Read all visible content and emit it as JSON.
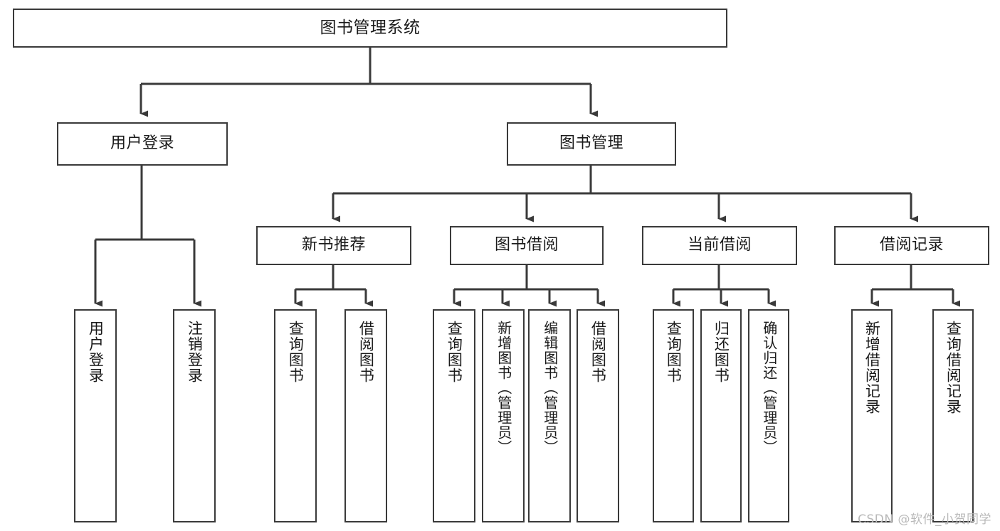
{
  "diagram": {
    "title": "图书管理系统",
    "type": "tree-hierarchy-chart",
    "watermark": "CSDN @软件_小贺同学",
    "colors": {
      "box_border": "#3a3a3a",
      "box_fill": "#ffffff",
      "edge": "#3a3a3a",
      "text": "#1a1a1a",
      "watermark": "#b9b9b9"
    },
    "nodes": {
      "root": {
        "label": "图书管理系统"
      },
      "level1": [
        {
          "label": "用户登录"
        },
        {
          "label": "图书管理"
        }
      ],
      "level2": [
        {
          "label": "新书推荐"
        },
        {
          "label": "图书借阅"
        },
        {
          "label": "当前借阅"
        },
        {
          "label": "借阅记录"
        }
      ],
      "leaves": {
        "user_login": [
          {
            "label": "用户登录"
          },
          {
            "label": "注销登录"
          }
        ],
        "new_book_recommend": [
          {
            "label": "查询图书"
          },
          {
            "label": "借阅图书"
          }
        ],
        "book_borrow": [
          {
            "label": "查询图书"
          },
          {
            "label": "新增图书（管理员）"
          },
          {
            "label": "编辑图书（管理员）"
          },
          {
            "label": "借阅图书"
          }
        ],
        "current_borrow": [
          {
            "label": "查询图书"
          },
          {
            "label": "归还图书"
          },
          {
            "label": "确认归还（管理员）"
          }
        ],
        "borrow_record": [
          {
            "label": "新增借阅记录"
          },
          {
            "label": "查询借阅记录"
          }
        ]
      }
    }
  }
}
